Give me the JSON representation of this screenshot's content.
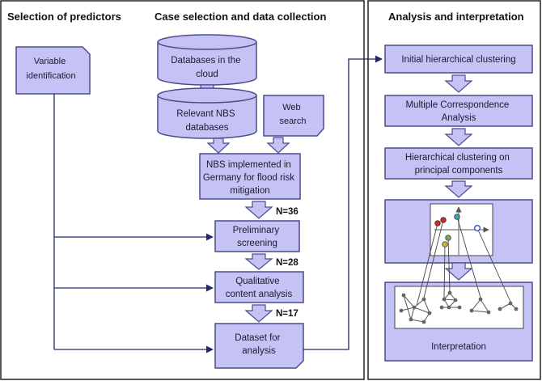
{
  "headings": {
    "col1": "Selection of predictors",
    "col2": "Case selection and data collection",
    "col3": "Analysis and interpretation"
  },
  "nodes": {
    "variable_identification": [
      "Variable",
      "identification"
    ],
    "databases_cloud": [
      "Databases in the",
      "cloud"
    ],
    "relevant_nbs": [
      "Relevant NBS",
      "databases"
    ],
    "web_search": [
      "Web",
      "search"
    ],
    "nbs_germany": [
      "NBS implemented in",
      "Germany for flood risk",
      "mitigation"
    ],
    "preliminary_screening": [
      "Preliminary",
      "screening"
    ],
    "qualitative_analysis": [
      "Qualitative",
      "content analysis"
    ],
    "dataset": [
      "Dataset for",
      "analysis"
    ],
    "initial_clustering": [
      "Initial hierarchical clustering"
    ],
    "mca": [
      "Multiple Correspondence",
      "Analysis"
    ],
    "hcpc": [
      "Hierarchical clustering on",
      "principal components"
    ],
    "interpretation": [
      "Interpretation"
    ]
  },
  "counts": {
    "n1": "N=36",
    "n2": "N=28",
    "n3": "N=17"
  },
  "colors": {
    "fill": "#c5c3f5",
    "stroke": "#4a4c8c",
    "line": "#1f2a6b",
    "dot_red": "#cc2a2a",
    "dot_teal": "#3aa7b0",
    "dot_blue": "#2f56c6",
    "dot_yellow": "#c8b540",
    "dot_olive": "#8aa060"
  }
}
